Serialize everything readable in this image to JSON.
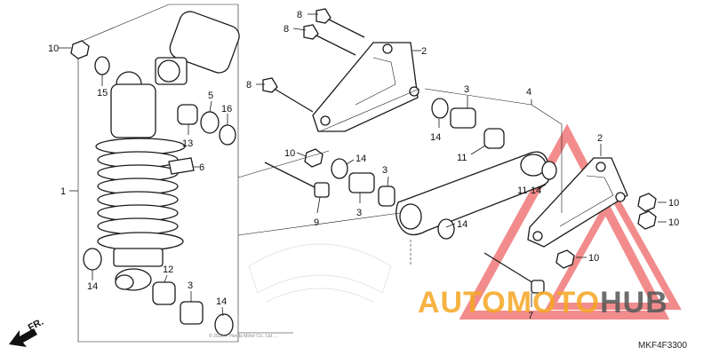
{
  "diagram_code": "MKF4F3300",
  "front_indicator": "FR.",
  "copyright_text": "© 2022 ... Honda Motor Co., Ltd. ...",
  "watermark": {
    "brand_part1": "AUTO",
    "brand_part2": "MOTO",
    "brand_part3": "HUB",
    "color_primary": "#f5a623",
    "color_secondary": "#555555",
    "triangle_color": "#e83030"
  },
  "callouts": [
    {
      "key": "c10a",
      "text": "10"
    },
    {
      "key": "c15",
      "text": "15"
    },
    {
      "key": "c1",
      "text": "1"
    },
    {
      "key": "c14a",
      "text": "14"
    },
    {
      "key": "c12",
      "text": "12"
    },
    {
      "key": "c3a",
      "text": "3"
    },
    {
      "key": "c14b",
      "text": "14"
    },
    {
      "key": "c5",
      "text": "5"
    },
    {
      "key": "c16",
      "text": "16"
    },
    {
      "key": "c13",
      "text": "13"
    },
    {
      "key": "c6",
      "text": "6"
    },
    {
      "key": "c8a",
      "text": "8"
    },
    {
      "key": "c8b",
      "text": "8"
    },
    {
      "key": "c8c",
      "text": "8"
    },
    {
      "key": "c2a",
      "text": "2"
    },
    {
      "key": "c10b",
      "text": "10"
    },
    {
      "key": "c14c",
      "text": "14"
    },
    {
      "key": "c3b",
      "text": "3"
    },
    {
      "key": "c11a",
      "text": "11"
    },
    {
      "key": "c9",
      "text": "9"
    },
    {
      "key": "c3c",
      "text": "3"
    },
    {
      "key": "c3d",
      "text": "3"
    },
    {
      "key": "c14d",
      "text": "14"
    },
    {
      "key": "c4",
      "text": "4"
    },
    {
      "key": "c11b",
      "text": "11"
    },
    {
      "key": "c14e",
      "text": "14"
    },
    {
      "key": "c14f",
      "text": "14"
    },
    {
      "key": "c2b",
      "text": "2"
    },
    {
      "key": "c10c",
      "text": "10"
    },
    {
      "key": "c10d",
      "text": "10"
    },
    {
      "key": "c10e",
      "text": "10"
    },
    {
      "key": "c7",
      "text": "7"
    }
  ]
}
